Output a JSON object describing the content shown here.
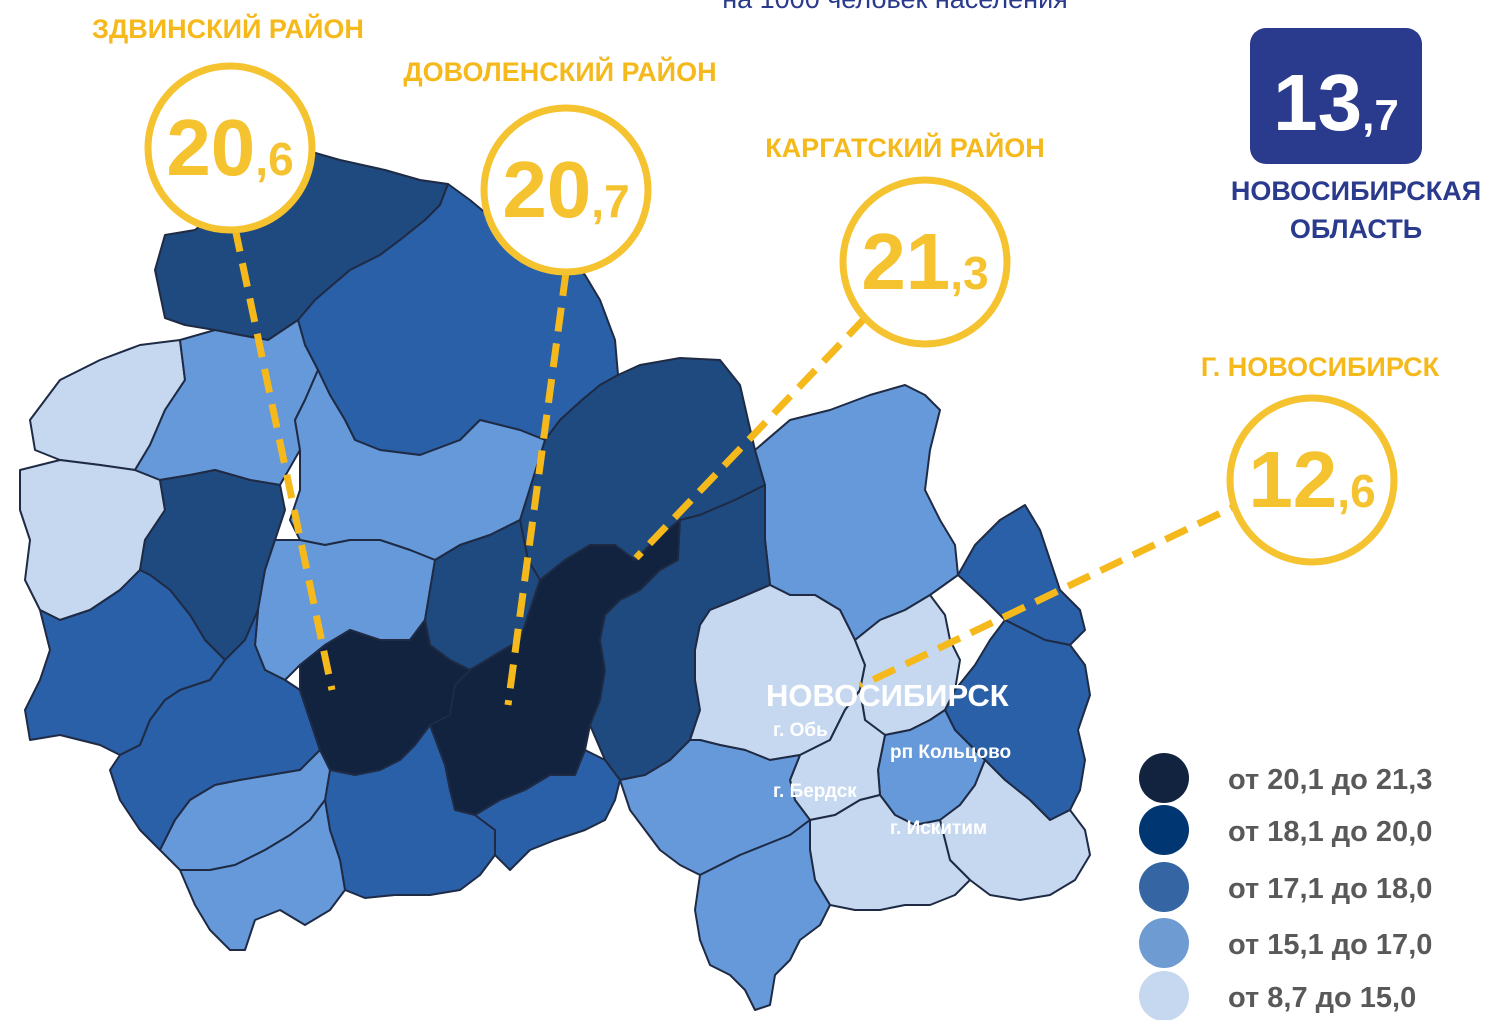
{
  "subtitle": "на 1000 человек населения",
  "colors": {
    "class_1": "#12233f",
    "class_2": "#1f4a7f",
    "class_3": "#2a60a8",
    "class_4": "#6699d9",
    "class_5": "#c6d8f0",
    "accent": "#f5c230",
    "badge": "#2a3a8c"
  },
  "oblast": {
    "int": "13",
    "frac": ",7",
    "line1": "НОВОСИБИРСКАЯ",
    "line2": "ОБЛАСТЬ"
  },
  "callouts": [
    {
      "label": "ЗДВИНСКИЙ РАЙОН",
      "int": "20",
      "frac": ",6"
    },
    {
      "label": "ДОВОЛЕНСКИЙ РАЙОН",
      "int": "20",
      "frac": ",7"
    },
    {
      "label": "КАРГАТСКИЙ РАЙОН",
      "int": "21",
      "frac": ",3"
    },
    {
      "label": "Г. НОВОСИБИРСК",
      "int": "12",
      "frac": ",6"
    }
  ],
  "cities": {
    "main": "НОВОСИБИРСК",
    "ob": "г. Обь",
    "koltsovo": "рп Кольцово",
    "berdsk": "г. Бердск",
    "iskitim": "г. Искитим"
  },
  "legend": [
    {
      "label": "от 20,1 до 21,3",
      "color": "#12233f"
    },
    {
      "label": "от 18,1 до 20,0",
      "color": "#003672"
    },
    {
      "label": "от 17,1 до 18,0",
      "color": "#3566a3"
    },
    {
      "label": "от 15,1 до 17,0",
      "color": "#6d9bd2"
    },
    {
      "label": "от 8,7 до 15,0",
      "color": "#c6d8f0"
    }
  ]
}
